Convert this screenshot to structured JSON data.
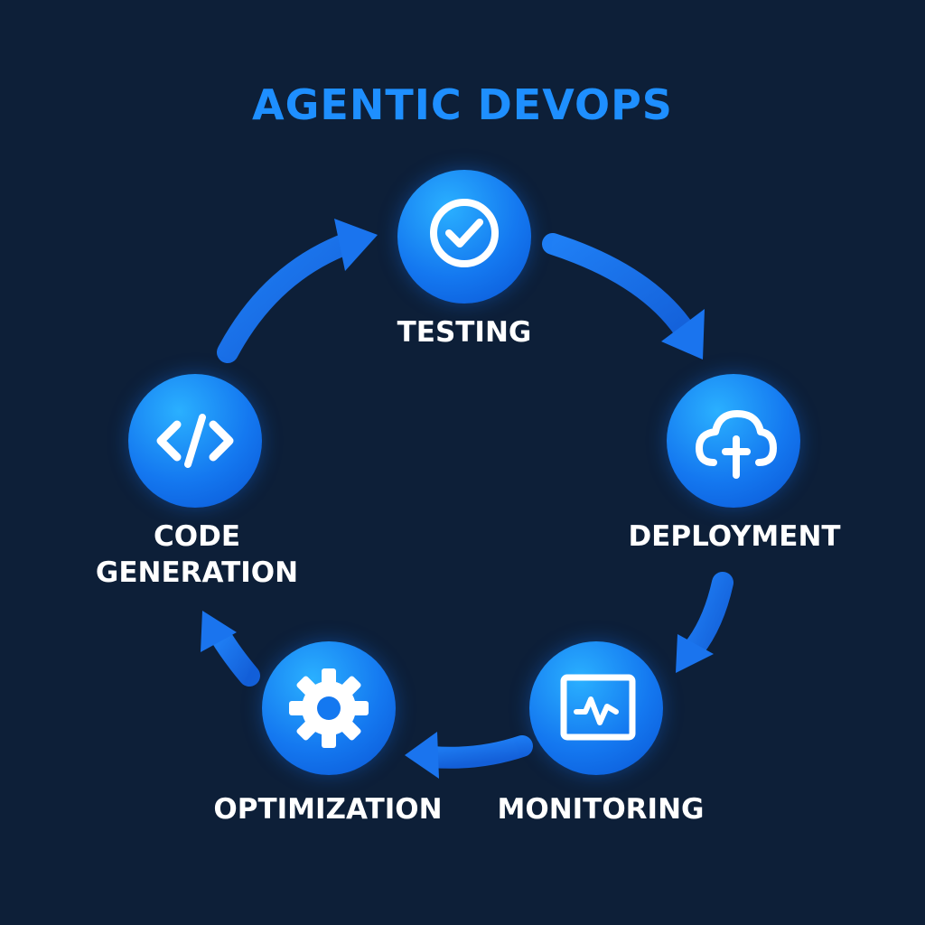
{
  "title": "AGENTIC DEVOPS",
  "stages": {
    "testing": {
      "label": "TESTING",
      "icon": "check-circle-icon"
    },
    "deployment": {
      "label": "DEPLOYMENT",
      "icon": "cloud-upload-icon"
    },
    "monitoring": {
      "label": "MONITORING",
      "icon": "monitor-pulse-icon"
    },
    "optimization": {
      "label": "OPTIMIZATION",
      "icon": "gear-icon"
    },
    "code_generation": {
      "label_line1": "CODE",
      "label_line2": "GENERATION",
      "icon": "code-brackets-icon"
    }
  },
  "colors": {
    "background": "#0d1f38",
    "accent": "#1e8fff",
    "node": "#1478f0",
    "arrow": "#1a6fe8",
    "label": "#ffffff"
  }
}
